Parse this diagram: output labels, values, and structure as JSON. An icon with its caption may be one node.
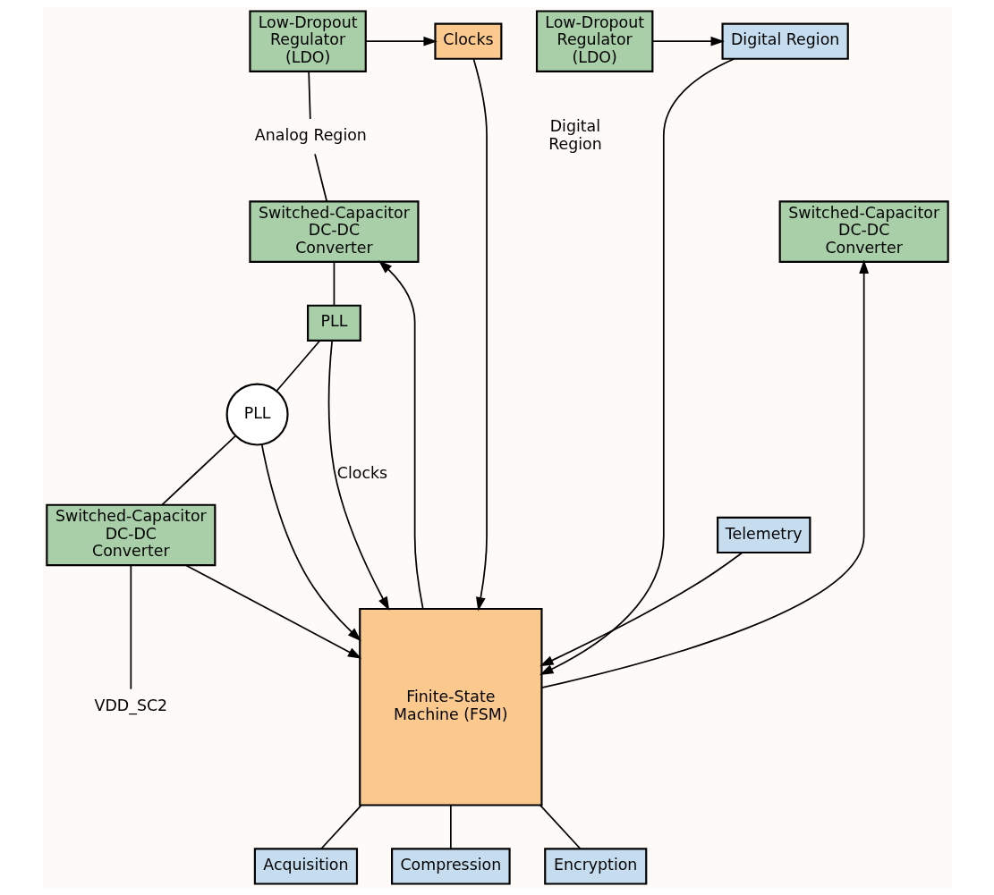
{
  "diagram": {
    "nodes": [
      {
        "text": [
          "Low-Dropout Regulator (LDO)"
        ]
      },
      {
        "text": [
          "Low-Dropout Regulator (LDO)"
        ]
      },
      {
        "text": [
          "Clocks"
        ]
      },
      {
        "text": [
          "Digital Region"
        ]
      },
      {
        "text": [
          "Analog Region"
        ]
      },
      {
        "text": [
          "Switched-Capacitor DC-DC Converter"
        ]
      },
      {
        "text": [
          "Switched-Capacitor DC-DC Converter"
        ]
      },
      {
        "text": [
          "PLL"
        ]
      },
      {
        "text": [
          "Finite-State Machine (FSM)"
        ]
      },
      {
        "text": [
          "Acquisition"
        ]
      },
      {
        "text": [
          "PLL"
        ]
      },
      {
        "text": [
          "Compression"
        ]
      },
      {
        "text": [
          "Encryption"
        ]
      },
      {
        "text": [
          "Switched-Capacitor DC-DC Converter"
        ]
      },
      {
        "text": [
          "Telemetry"
        ]
      },
      {
        "text": [
          "VDD_SC2"
        ]
      }
    ],
    "edges": [
      {
        "from": 0,
        "to": 2,
        "arrow": "to"
      },
      {
        "from": 1,
        "to": 3,
        "arrow": "to"
      },
      {
        "from": 0,
        "to": 4,
        "arrow": "none"
      },
      {
        "from": 4,
        "to": 5,
        "arrow": "none"
      },
      {
        "from": 2,
        "to": 8,
        "arrow": "to"
      },
      {
        "from": 3,
        "to": 8,
        "arrow": "to"
      },
      {
        "from": 8,
        "to": 5,
        "arrow": "to"
      },
      {
        "from": 8,
        "to": 6,
        "arrow": "to"
      },
      {
        "from": 5,
        "to": 7,
        "arrow": "none"
      },
      {
        "from": 7,
        "to": 10,
        "arrow": "none"
      },
      {
        "from": 10,
        "to": 13,
        "arrow": "none"
      },
      {
        "from": 13,
        "to": 15,
        "arrow": "none"
      },
      {
        "from": 7,
        "to": 8,
        "arrow": "to",
        "label": "Clocks"
      },
      {
        "from": 10,
        "to": 8,
        "arrow": "to"
      },
      {
        "from": 13,
        "to": 8,
        "arrow": "to"
      },
      {
        "from": 14,
        "to": 8,
        "arrow": "to"
      },
      {
        "from": 8,
        "to": 9,
        "arrow": "none"
      },
      {
        "from": 8,
        "to": 11,
        "arrow": "none"
      },
      {
        "from": 8,
        "to": 12,
        "arrow": "none"
      }
    ],
    "labels": [
      "Digital Region"
    ]
  }
}
